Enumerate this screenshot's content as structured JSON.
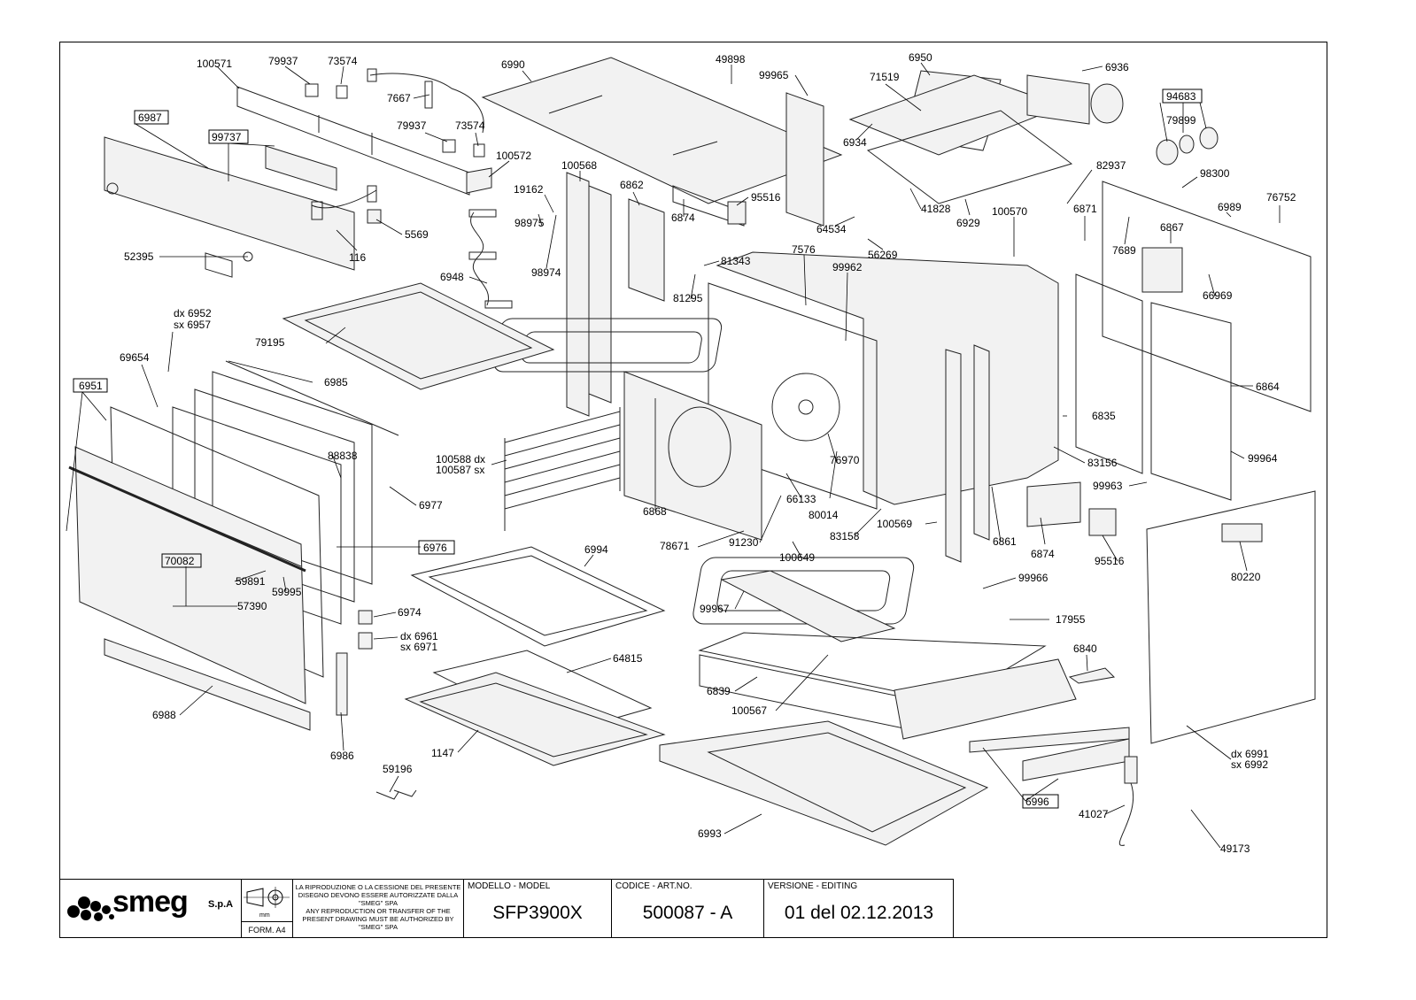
{
  "labels": [
    {
      "t": "100571"
    },
    {
      "t": "79937"
    },
    {
      "t": "73574"
    },
    {
      "t": "7667"
    },
    {
      "t": "6990"
    },
    {
      "t": "49898"
    },
    {
      "t": "99965"
    },
    {
      "t": "6950"
    },
    {
      "t": "71519"
    },
    {
      "t": "6936"
    },
    {
      "t": "94683"
    },
    {
      "t": "79899"
    },
    {
      "t": "6987"
    },
    {
      "t": "99737"
    },
    {
      "t": "79937"
    },
    {
      "t": "73574"
    },
    {
      "t": "100572"
    },
    {
      "t": "100568"
    },
    {
      "t": "6862"
    },
    {
      "t": "95516"
    },
    {
      "t": "6934"
    },
    {
      "t": "82937"
    },
    {
      "t": "98300"
    },
    {
      "t": "19162"
    },
    {
      "t": "98975"
    },
    {
      "t": "41828"
    },
    {
      "t": "6929"
    },
    {
      "t": "6871"
    },
    {
      "t": "6989"
    },
    {
      "t": "76752"
    },
    {
      "t": "5569"
    },
    {
      "t": "52395"
    },
    {
      "t": "116"
    },
    {
      "t": "6874"
    },
    {
      "t": "64534"
    },
    {
      "t": "100570"
    },
    {
      "t": "6867"
    },
    {
      "t": "7576"
    },
    {
      "t": "56269"
    },
    {
      "t": "81343"
    },
    {
      "t": "98974"
    },
    {
      "t": "7689"
    },
    {
      "t": "6948"
    },
    {
      "t": "99962"
    },
    {
      "t": "81295"
    },
    {
      "t": "66969"
    },
    {
      "t": "dx 6952"
    },
    {
      "t": "sx 6957"
    },
    {
      "t": "79195"
    },
    {
      "t": "69654"
    },
    {
      "t": "6985"
    },
    {
      "t": "6951"
    },
    {
      "t": "6864"
    },
    {
      "t": "6835"
    },
    {
      "t": "88838"
    },
    {
      "t": "76970"
    },
    {
      "t": "83156"
    },
    {
      "t": "99964"
    },
    {
      "t": "100588 dx"
    },
    {
      "t": "100587 sx"
    },
    {
      "t": "66133"
    },
    {
      "t": "80014"
    },
    {
      "t": "99963"
    },
    {
      "t": "6977"
    },
    {
      "t": "6868"
    },
    {
      "t": "83158"
    },
    {
      "t": "100569"
    },
    {
      "t": "6861"
    },
    {
      "t": "6976"
    },
    {
      "t": "6994"
    },
    {
      "t": "78671"
    },
    {
      "t": "91230"
    },
    {
      "t": "6874"
    },
    {
      "t": "95516"
    },
    {
      "t": "100649"
    },
    {
      "t": "80220"
    },
    {
      "t": "70082"
    },
    {
      "t": "59891"
    },
    {
      "t": "59995"
    },
    {
      "t": "99966"
    },
    {
      "t": "57390"
    },
    {
      "t": "99967"
    },
    {
      "t": "17955"
    },
    {
      "t": "6974"
    },
    {
      "t": "dx 6961"
    },
    {
      "t": "sx 6971"
    },
    {
      "t": "64815"
    },
    {
      "t": "6840"
    },
    {
      "t": "6839"
    },
    {
      "t": "100567"
    },
    {
      "t": "6988"
    },
    {
      "t": "1147"
    },
    {
      "t": "6986"
    },
    {
      "t": "dx 6991"
    },
    {
      "t": "sx 6992"
    },
    {
      "t": "59196"
    },
    {
      "t": "6996"
    },
    {
      "t": "41027"
    },
    {
      "t": "6993"
    },
    {
      "t": "49173"
    }
  ],
  "titleblock": {
    "brand": "smeg",
    "brand_suffix": "S.p.A",
    "projection_unit": "mm",
    "form": "FORM. A4",
    "legal_it": "LA RIPRODUZIONE O LA CESSIONE DEL PRESENTE DISEGNO DEVONO ESSERE AUTORIZZATE DALLA \"SMEG\" SPA",
    "legal_en": "ANY REPRODUCTION OR TRANSFER OF THE PRESENT DRAWING MUST BE AUTHORIZED BY \"SMEG\" SPA",
    "model_label": "MODELLO - MODEL",
    "model_value": "SFP3900X",
    "code_label": "CODICE - ART.NO.",
    "code_value": "500087 - A",
    "version_label": "VERSIONE - EDITING",
    "version_value": "01 del 02.12.2013"
  }
}
